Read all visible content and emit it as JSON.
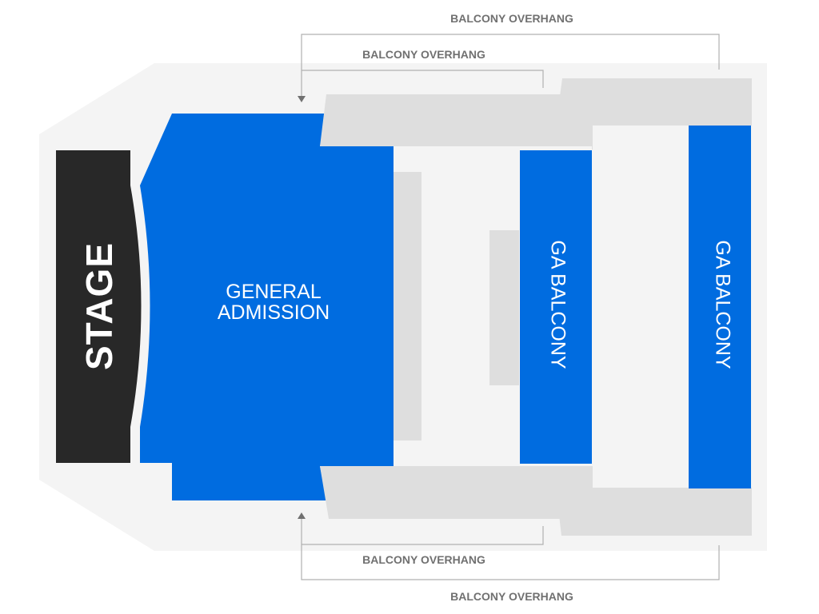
{
  "map": {
    "colors": {
      "venue_floor": "#f4f4f4",
      "stage": "#282828",
      "ga_section": "#006ce0",
      "overhang": "#dedede",
      "bracket_line": "#b0b0b0",
      "label_gray": "#707070"
    },
    "stage": {
      "label": "STAGE"
    },
    "general_admission": {
      "line1": "GENERAL",
      "line2": "ADMISSION"
    },
    "ga_balcony_1": {
      "label": "GA BALCONY"
    },
    "ga_balcony_2": {
      "label": "GA BALCONY"
    },
    "overhang_labels": {
      "top_outer": "BALCONY OVERHANG",
      "top_inner": "BALCONY OVERHANG",
      "bottom_inner": "BALCONY OVERHANG",
      "bottom_outer": "BALCONY OVERHANG"
    }
  }
}
